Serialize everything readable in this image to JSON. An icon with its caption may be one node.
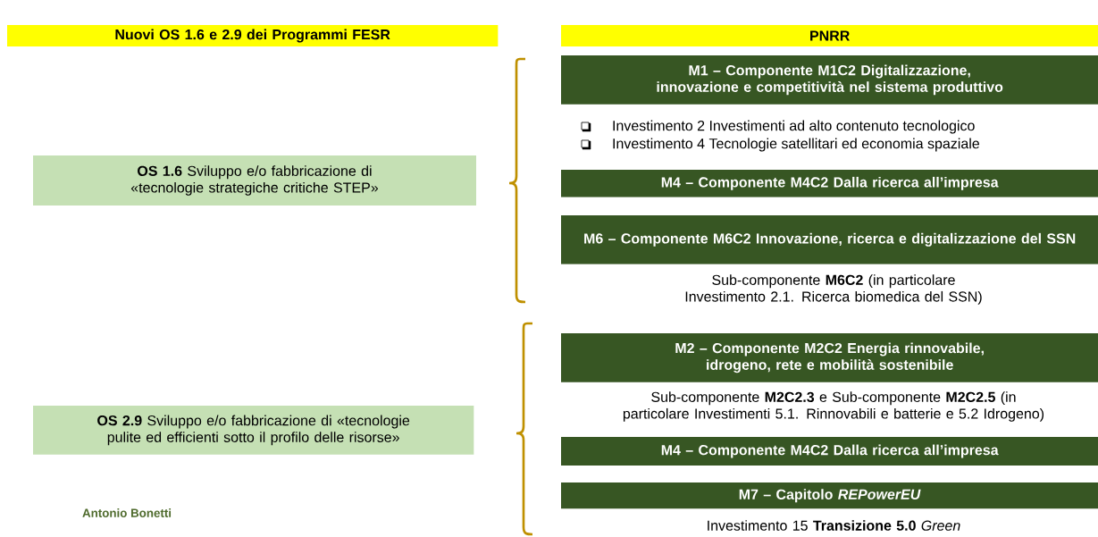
{
  "diagram": {
    "nodes": [
      {
        "text": [
          "Nuovi OS 1.6 e 2.9 dei Programmi FESR"
        ]
      },
      {
        "text": [
          "PNRR"
        ]
      },
      {
        "text": [
          "**OS 1.6** Sviluppo e/o fabbricazione di «tecnologie strategiche critiche STEP»"
        ]
      },
      {
        "text": [
          "**OS 2.9** Sviluppo e/o fabbricazione di «tecnologie pulite ed efficienti sotto il profilo delle risorse»"
        ]
      },
      {
        "text": [
          "M1 – Componente M1C2 Digitalizzazione, innovazione e competitività nel sistema produttivo"
        ],
        "beside": [
          "Investimento 2 Investimenti ad alto contenuto tecnologico",
          "Investimento 4 Tecnologie satellitari ed economia spaziale"
        ]
      },
      {
        "text": [
          "M4 – Componente M4C2 Dalla ricerca all’impresa"
        ]
      },
      {
        "text": [
          "M6 – Componente M6C2 Innovazione, ricerca  e digitalizzazione del SSN"
        ],
        "beside": [
          "Sub-componente **M6C2** (in particolare Investimento 2.1. Ricerca biomedica del SSN)"
        ]
      },
      {
        "text": [
          "M2 – Componente M2C2 Energia rinnovabile, idrogeno, rete e mobilità sostenibile"
        ],
        "beside": [
          "Sub-componente **M2C2.3** e Sub-componente **M2C2.5** (in particolare Investimenti 5.1. Rinnovabili e batterie e 5.2 Idrogeno)"
        ]
      },
      {
        "text": [
          "M4 – Componente M4C2 Dalla ricerca all’impresa"
        ]
      },
      {
        "text": [
          "M7 – Capitolo *REPowerEU*"
        ],
        "beside": [
          "Investimento 15 **Transizione 5.0** *Green*"
        ]
      }
    ],
    "labels": [
      "Antonio Bonetti"
    ]
  }
}
